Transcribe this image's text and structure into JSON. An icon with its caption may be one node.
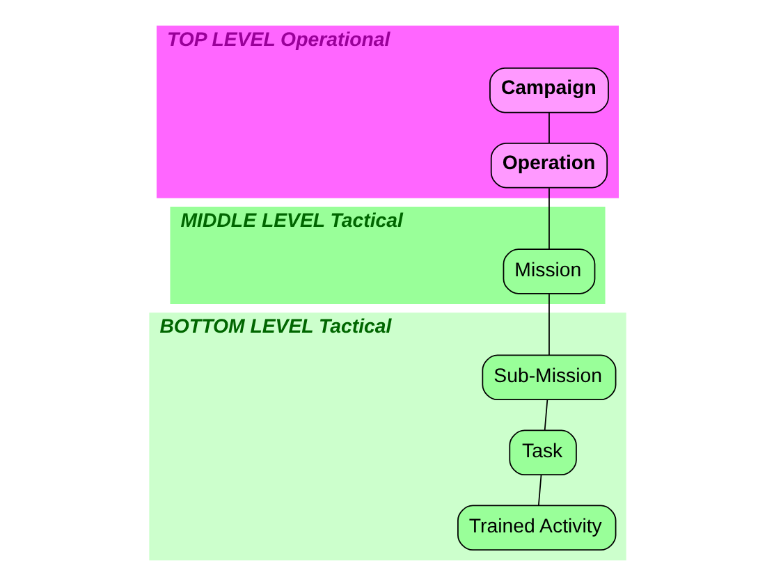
{
  "diagram": {
    "nodes": [
      {
        "text": [
          "TOP LEVEL Operational"
        ]
      },
      {
        "text": [
          "Campaign"
        ],
        "in": 0
      },
      {
        "text": [
          "Operation"
        ],
        "in": 0
      },
      {
        "text": [
          "MIDDLE LEVEL Tactical"
        ]
      },
      {
        "text": [
          "Mission"
        ],
        "in": 3
      },
      {
        "text": [
          "BOTTOM LEVEL Tactical"
        ]
      },
      {
        "text": [
          "Sub-Mission"
        ],
        "in": 5
      },
      {
        "text": [
          "Task"
        ],
        "in": 5
      },
      {
        "text": [
          "Trained Activity"
        ],
        "in": 5
      }
    ],
    "edges": [
      {
        "from": 1,
        "to": 2,
        "arrow": "none"
      },
      {
        "from": 2,
        "to": 4,
        "arrow": "none"
      },
      {
        "from": 4,
        "to": 6,
        "arrow": "none"
      },
      {
        "from": 6,
        "to": 7,
        "arrow": "none"
      },
      {
        "from": 7,
        "to": 8,
        "arrow": "none"
      }
    ]
  }
}
